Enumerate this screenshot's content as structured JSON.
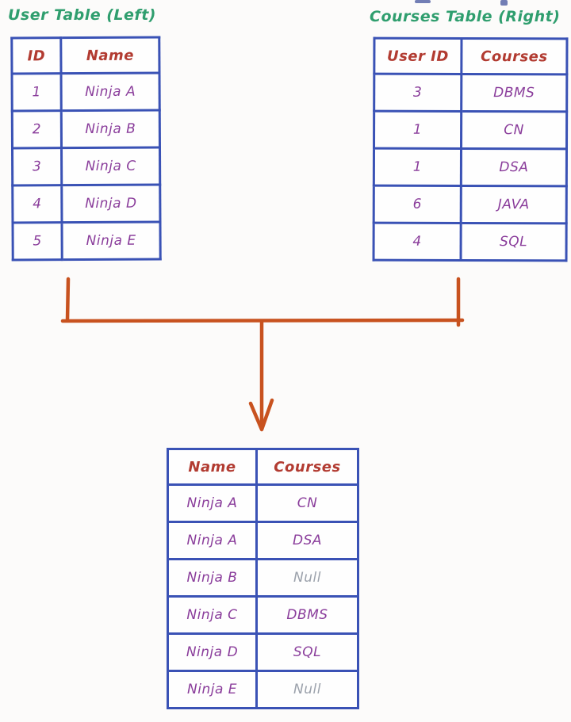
{
  "diagram": {
    "kind": "sql-left-join-illustration",
    "colors": {
      "background": "#fcfbfa",
      "table_border": "#3a52b5",
      "header_text": "#b23b31",
      "value_text": "#8a3d9b",
      "null_text": "#9ba1ab",
      "title_text": "#2f9e6e",
      "arrow": "#c8521f"
    }
  },
  "left_table": {
    "title": "User Table (Left)",
    "headers": [
      "ID",
      "Name"
    ],
    "rows": [
      [
        "1",
        "Ninja A"
      ],
      [
        "2",
        "Ninja B"
      ],
      [
        "3",
        "Ninja C"
      ],
      [
        "4",
        "Ninja D"
      ],
      [
        "5",
        "Ninja E"
      ]
    ]
  },
  "right_table": {
    "title": "Courses Table (Right)",
    "headers": [
      "User ID",
      "Courses"
    ],
    "rows": [
      [
        "3",
        "DBMS"
      ],
      [
        "1",
        "CN"
      ],
      [
        "1",
        "DSA"
      ],
      [
        "6",
        "JAVA"
      ],
      [
        "4",
        "SQL"
      ]
    ]
  },
  "result_table": {
    "headers": [
      "Name",
      "Courses"
    ],
    "rows": [
      [
        "Ninja A",
        "CN"
      ],
      [
        "Ninja A",
        "DSA"
      ],
      [
        "Ninja B",
        "Null"
      ],
      [
        "Ninja C",
        "DBMS"
      ],
      [
        "Ninja D",
        "SQL"
      ],
      [
        "Ninja E",
        "Null"
      ]
    ]
  }
}
